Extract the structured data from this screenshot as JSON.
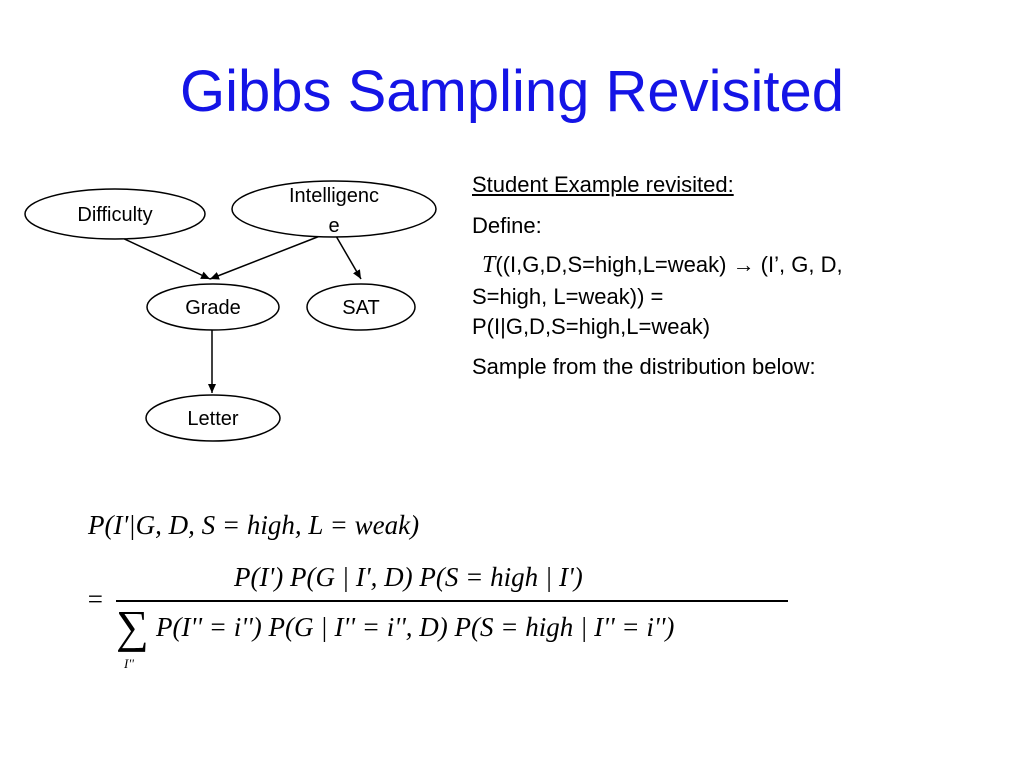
{
  "slide": {
    "title": "Gibbs Sampling Revisited"
  },
  "network": {
    "nodes": {
      "difficulty": "Difficulty",
      "intelligence_line1": "Intelligenc",
      "intelligence_line2": "e",
      "grade": "Grade",
      "sat": "SAT",
      "letter": "Letter"
    }
  },
  "text": {
    "subtitle": "Student Example revisited:",
    "define": "Define:",
    "t_symbol": "T",
    "t_line1": "((I,G,D,S=high,L=weak) → (I’, G, D,",
    "t_line2": "S=high, L=weak)) =",
    "t_line3": "P(I|G,D,S=high,L=weak)",
    "sample": "Sample from the distribution below:"
  },
  "formula": {
    "lhs": "P(I'|G, D, S = high, L = weak)",
    "equals": "=",
    "numerator": "P(I') P(G | I', D) P(S = high | I')",
    "sum_symbol": "∑",
    "sum_index": "I''",
    "denominator": "P(I'' = i'') P(G | I'' = i'', D) P(S = high | I'' = i'')"
  }
}
